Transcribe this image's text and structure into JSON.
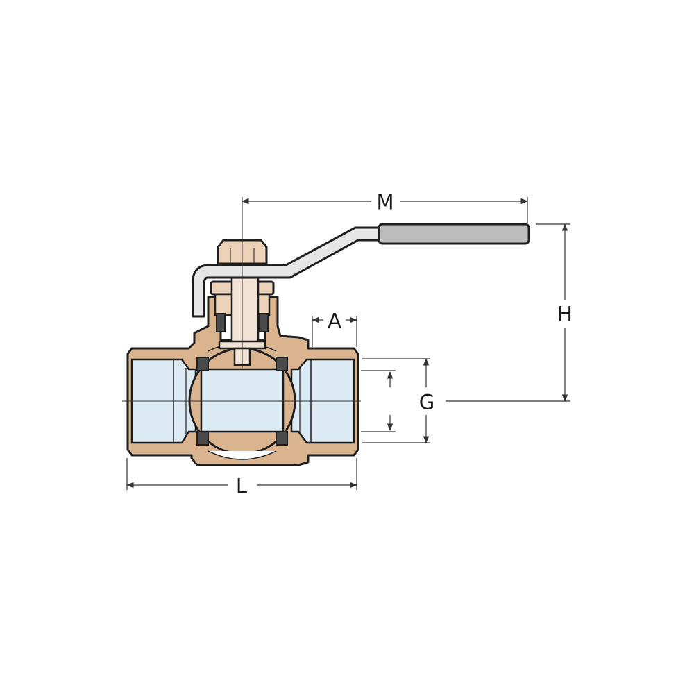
{
  "diagram": {
    "title": "Ball valve cross-section with dimensions",
    "colors": {
      "brass": "#d9b48f",
      "brass_light": "#ecd2b8",
      "stem": "#f1e2d3",
      "bore_fill": "#dcebf3",
      "seat": "#4a4a4a",
      "handle": "#e6e6e6",
      "grip": "#bdbdbd",
      "outline": "#1e1e1e",
      "dimension_line": "#333333"
    },
    "dimensions": {
      "M": "M",
      "H": "H",
      "A": "A",
      "G": "G",
      "L": "L"
    }
  }
}
